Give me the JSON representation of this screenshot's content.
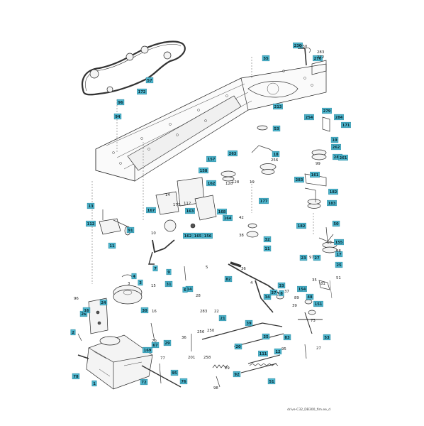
{
  "drawing_ref": "drive-C32_DB300_fim.ee_d",
  "callouts": [
    {
      "id": "c-230",
      "label": "230"
    },
    {
      "id": "c-270",
      "label": "270"
    },
    {
      "id": "c-55",
      "label": "55"
    },
    {
      "id": "c-57",
      "label": "57"
    },
    {
      "id": "c-172",
      "label": "172"
    },
    {
      "id": "c-96a",
      "label": "96"
    },
    {
      "id": "c-94",
      "label": "94"
    },
    {
      "id": "c-213",
      "label": "213"
    },
    {
      "id": "c-254",
      "label": "254"
    },
    {
      "id": "c-279",
      "label": "279"
    },
    {
      "id": "c-284",
      "label": "284"
    },
    {
      "id": "c-171a",
      "label": "171"
    },
    {
      "id": "c-53",
      "label": "53"
    },
    {
      "id": "c-263",
      "label": "263"
    },
    {
      "id": "c-18",
      "label": "18"
    },
    {
      "id": "c-19",
      "label": "19"
    },
    {
      "id": "c-262",
      "label": "262"
    },
    {
      "id": "c-286",
      "label": "286"
    },
    {
      "id": "c-261",
      "label": "261"
    },
    {
      "id": "c-157",
      "label": "157"
    },
    {
      "id": "c-158",
      "label": "158"
    },
    {
      "id": "c-161",
      "label": "161"
    },
    {
      "id": "c-162",
      "label": "162"
    },
    {
      "id": "c-283",
      "label": "283"
    },
    {
      "id": "c-182",
      "label": "182"
    },
    {
      "id": "c-183",
      "label": "183"
    },
    {
      "id": "c-50",
      "label": "50"
    },
    {
      "id": "c-177",
      "label": "177"
    },
    {
      "id": "c-167",
      "label": "167"
    },
    {
      "id": "c-163",
      "label": "163"
    },
    {
      "id": "c-168",
      "label": "168"
    },
    {
      "id": "c-164",
      "label": "164"
    },
    {
      "id": "c-13",
      "label": "13"
    },
    {
      "id": "c-112",
      "label": "112"
    },
    {
      "id": "c-91",
      "label": "91"
    },
    {
      "id": "c-11a",
      "label": "11"
    },
    {
      "id": "c-182b",
      "label": "182"
    },
    {
      "id": "c-7",
      "label": "7"
    },
    {
      "id": "c-162b",
      "label": "162"
    },
    {
      "id": "c-165",
      "label": "165"
    },
    {
      "id": "c-156",
      "label": "156"
    },
    {
      "id": "c-32",
      "label": "32"
    },
    {
      "id": "c-11b",
      "label": "11"
    },
    {
      "id": "c-2",
      "label": "2"
    },
    {
      "id": "c-4",
      "label": "4"
    },
    {
      "id": "c-9",
      "label": "9"
    },
    {
      "id": "c-3",
      "label": "3"
    },
    {
      "id": "c-31",
      "label": "31"
    },
    {
      "id": "c-26",
      "label": "26"
    },
    {
      "id": "c-24",
      "label": "24"
    },
    {
      "id": "c-82",
      "label": "82"
    },
    {
      "id": "c-33",
      "label": "33"
    },
    {
      "id": "c-8",
      "label": "8"
    },
    {
      "id": "c-23",
      "label": "23"
    },
    {
      "id": "c-27a",
      "label": "27"
    },
    {
      "id": "c-155",
      "label": "155"
    },
    {
      "id": "c-17",
      "label": "17"
    },
    {
      "id": "c-25",
      "label": "25"
    },
    {
      "id": "c-154",
      "label": "154"
    },
    {
      "id": "c-48",
      "label": "48"
    },
    {
      "id": "c-151",
      "label": "151"
    },
    {
      "id": "c-53b",
      "label": "53"
    },
    {
      "id": "c-14",
      "label": "14"
    },
    {
      "id": "c-1",
      "label": "1"
    },
    {
      "id": "c-78",
      "label": "78"
    },
    {
      "id": "c-72",
      "label": "72"
    },
    {
      "id": "c-76",
      "label": "76"
    },
    {
      "id": "c-95",
      "label": "95"
    },
    {
      "id": "c-111",
      "label": "111"
    },
    {
      "id": "c-20",
      "label": "20"
    },
    {
      "id": "c-29",
      "label": "29"
    },
    {
      "id": "c-21",
      "label": "21"
    },
    {
      "id": "c-39",
      "label": "39"
    },
    {
      "id": "c-35",
      "label": "35"
    },
    {
      "id": "c-30",
      "label": "30"
    },
    {
      "id": "c-16",
      "label": "16"
    },
    {
      "id": "c-83",
      "label": "83"
    },
    {
      "id": "c-12",
      "label": "12"
    },
    {
      "id": "c-37",
      "label": "37"
    },
    {
      "id": "c-34",
      "label": "34"
    },
    {
      "id": "c-67",
      "label": "67"
    },
    {
      "id": "c-169",
      "label": "169"
    },
    {
      "id": "c-6",
      "label": "6"
    },
    {
      "id": "c-92",
      "label": "92"
    },
    {
      "id": "c-51",
      "label": "51"
    }
  ],
  "part_labels": [
    "283",
    "272",
    "99",
    "250",
    "128",
    "256",
    "14",
    "171",
    "112",
    "42",
    "60",
    "36",
    "38",
    "10",
    "5",
    "28",
    "15",
    "22",
    "39",
    "37",
    "89",
    "230",
    "128",
    "97",
    "3",
    "16",
    "283",
    "77",
    "70",
    "258",
    "98",
    "29",
    "73",
    "27",
    "51",
    "36",
    "256",
    "4",
    "35",
    "81",
    "95",
    "201",
    "96",
    "48",
    "19"
  ]
}
